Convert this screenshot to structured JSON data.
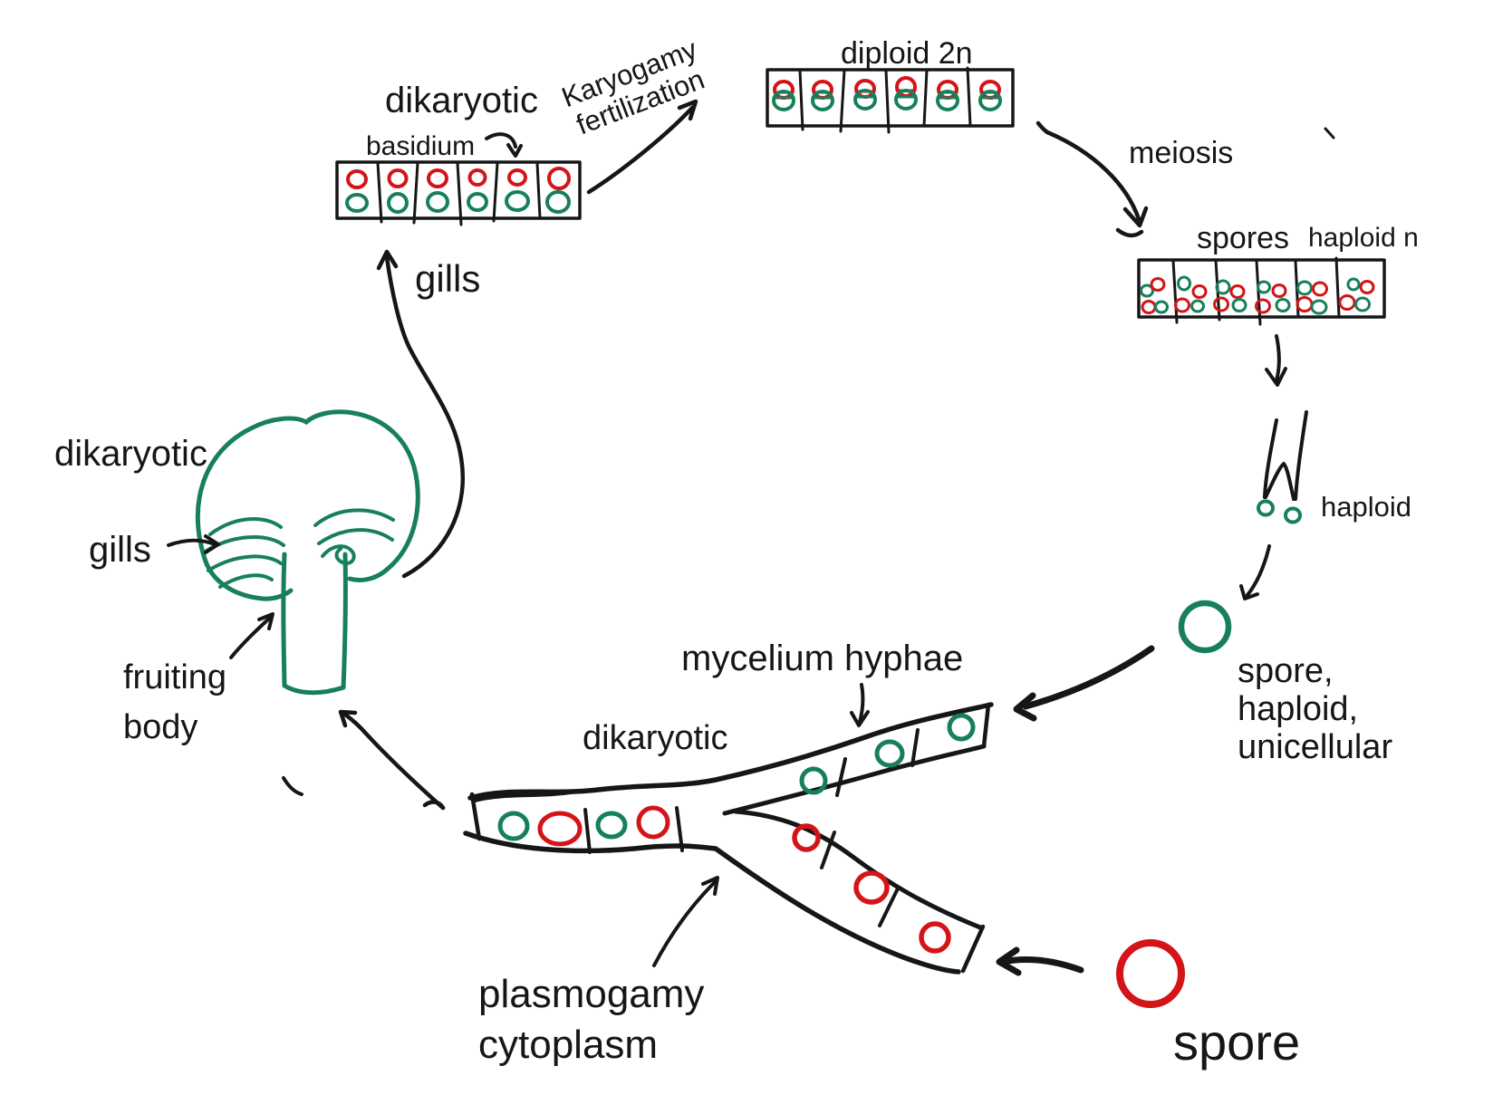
{
  "colors": {
    "green": "#17805a",
    "red": "#d41418",
    "ink": "#161616",
    "background": "#ffffff"
  },
  "labels": {
    "basidium_section": {
      "dikaryotic": "dikaryotic",
      "basidium": "basidium",
      "gills": "gills"
    },
    "karyogamy": {
      "line1": "Karyogamy",
      "line2": "fertilization"
    },
    "diploid": {
      "title": "diploid 2n"
    },
    "meiosis": "meiosis",
    "spores_row": {
      "spores": "spores",
      "ploidy": "haploid n"
    },
    "haploid_basidium": "haploid",
    "green_spore_caption": {
      "line1": "spore,",
      "line2": "haploid,",
      "line3": "unicellular"
    },
    "red_spore_caption": "spore",
    "mycelium": {
      "title": "mycelium hyphae",
      "dikaryotic": "dikaryotic"
    },
    "plasmogamy": {
      "line1": "plasmogamy",
      "line2": "cytoplasm"
    },
    "mushroom": {
      "dikaryotic": "dikaryotic",
      "gills": "gills",
      "fruiting_line1": "fruiting",
      "fruiting_line2": "body"
    }
  },
  "structure": {
    "basidium_row": {
      "cells": 6,
      "nuclei_per_cell": [
        "red",
        "green"
      ]
    },
    "diploid_row": {
      "cells": 6,
      "nuclei_per_cell": [
        "fused red+green 2n nucleus"
      ]
    },
    "spore_row": {
      "cells": 6,
      "nuclei_per_cell": [
        "green",
        "red",
        "red",
        "green"
      ]
    },
    "dikaryotic_hypha_nuclei": [
      "green",
      "red",
      "green",
      "red"
    ],
    "upper_branch_nuclei": [
      "green",
      "green",
      "green"
    ],
    "lower_branch_nuclei": [
      "red",
      "red",
      "red"
    ],
    "sterigmata_spores": [
      "green",
      "green"
    ],
    "green_spore": {
      "color": "green"
    },
    "red_spore": {
      "color": "red"
    }
  }
}
